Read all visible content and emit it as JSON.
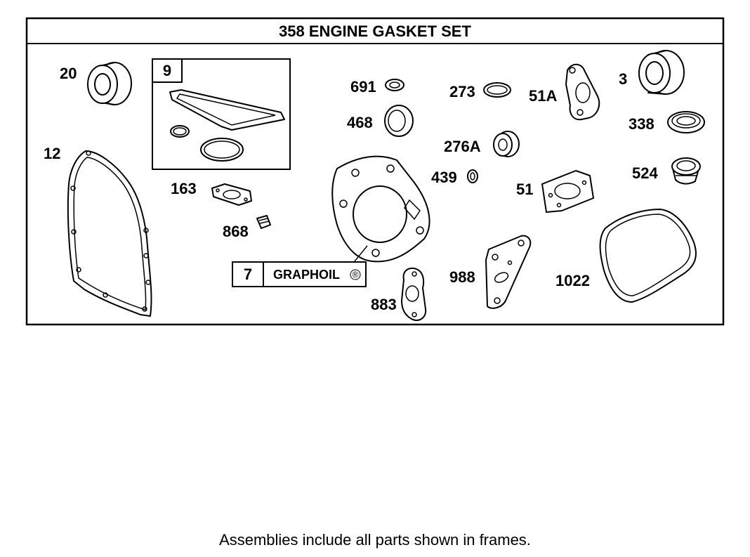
{
  "title": "358 ENGINE GASKET SET",
  "footer": "Assemblies include all parts shown in frames.",
  "frames": {
    "frame_9": {
      "number": "9"
    },
    "frame_7": {
      "number": "7",
      "text": "GRAPHOIL",
      "mark": "®"
    }
  },
  "parts": {
    "p20": "20",
    "p12": "12",
    "p163": "163",
    "p868": "868",
    "p691": "691",
    "p468": "468",
    "p273": "273",
    "p276A": "276A",
    "p439": "439",
    "p51A": "51A",
    "p51": "51",
    "p3": "3",
    "p338": "338",
    "p524": "524",
    "p988": "988",
    "p1022": "1022",
    "p883": "883"
  }
}
